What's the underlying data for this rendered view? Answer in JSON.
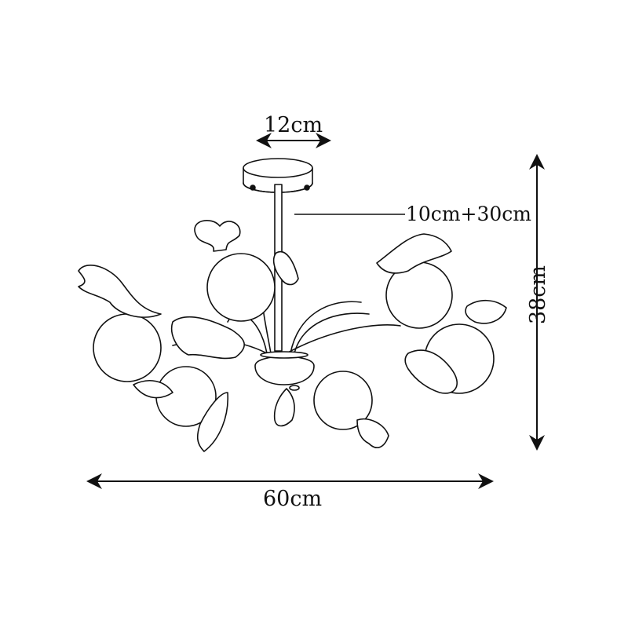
{
  "diagram": {
    "subject": "Flower chandelier dimension drawing",
    "colors": {
      "line": "#111111",
      "background": "#ffffff"
    },
    "dimensions": {
      "canopy_width": {
        "label": "12cm"
      },
      "rod_length": {
        "label": "10cm+30cm"
      },
      "total_height": {
        "label": "38cm"
      },
      "total_width": {
        "label": "60cm"
      }
    },
    "components": {
      "canopy": "ceiling-canopy",
      "rod": "drop-rod",
      "hub": "center-hub",
      "globes": 6,
      "leaves": "decorative-leaf-petals"
    }
  }
}
